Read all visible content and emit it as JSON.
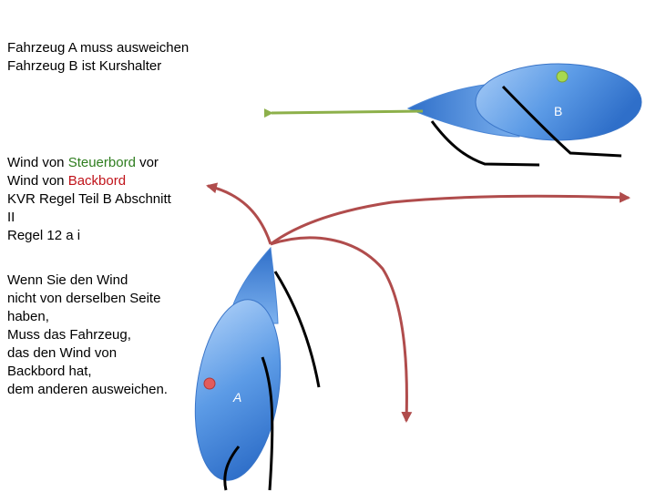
{
  "heading": {
    "line1": "Fahrzeug A muss ausweichen",
    "line2": "Fahrzeug B ist Kurshalter"
  },
  "rule": {
    "line1_prefix": "Wind von ",
    "line1_highlight": "Steuerbord",
    "line1_suffix": " vor",
    "line2_prefix": "Wind von ",
    "line2_highlight": "Backbord",
    "line3": "KVR Regel Teil B Abschnitt",
    "line4": "II",
    "line5": "Regel 12 a i"
  },
  "explanation": {
    "lines": [
      "Wenn Sie den Wind",
      "nicht von derselben Seite",
      "haben,",
      "Muss das Fahrzeug,",
      "das den Wind von",
      "Backbord hat,",
      "dem anderen ausweichen."
    ]
  },
  "boats": {
    "a_label": "A",
    "b_label": "B"
  },
  "colors": {
    "starboard": "#2e7d1e",
    "port": "#c0131a",
    "course_b": "#8db04a",
    "maneuver_a": "#b04c4c",
    "hull": "#3f7fd1"
  }
}
